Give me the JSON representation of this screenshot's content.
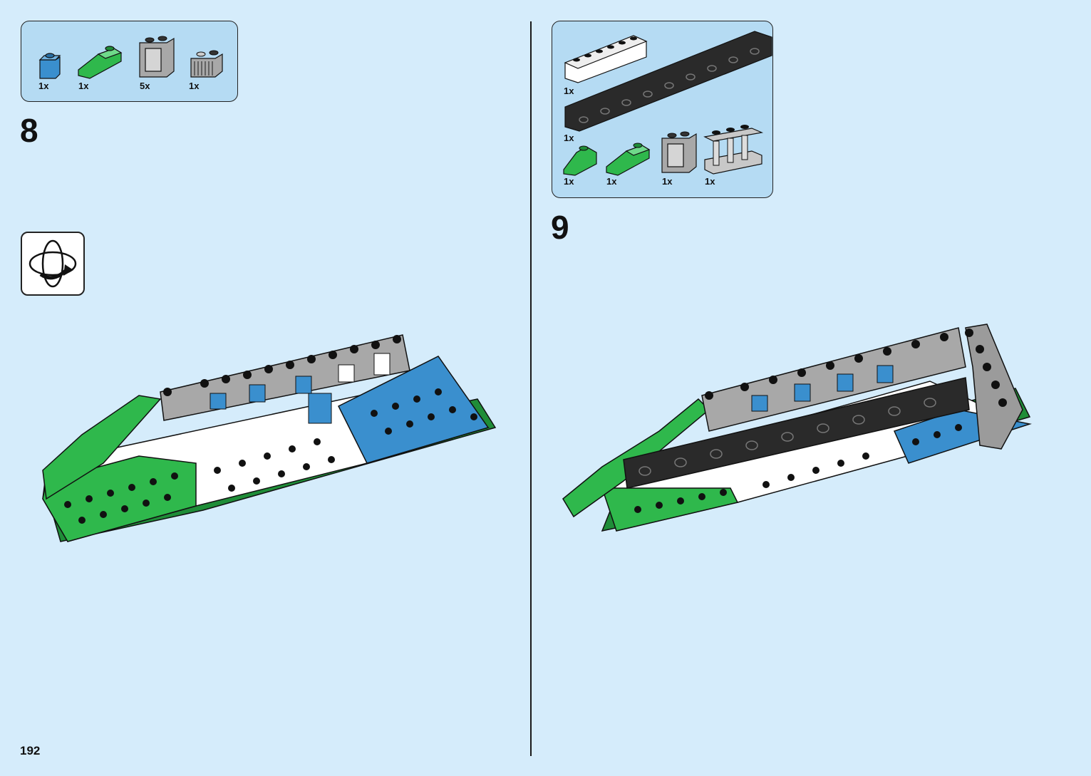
{
  "page": {
    "number": "192"
  },
  "steps": [
    {
      "number": "8",
      "parts": [
        {
          "icon": "blue-brick-1x1-icon",
          "qty": "1x"
        },
        {
          "icon": "green-slope-icon",
          "qty": "1x"
        },
        {
          "icon": "gray-window-frame-icon",
          "qty": "5x"
        },
        {
          "icon": "gray-grille-brick-icon",
          "qty": "1x"
        }
      ],
      "rotate_icon": "rotate-model-icon"
    },
    {
      "number": "9",
      "parts": [
        {
          "icon": "white-brick-1x6-icon",
          "qty": "1x"
        },
        {
          "icon": "black-technic-beam-icon",
          "qty": "1x"
        },
        {
          "icon": "green-slope-small-icon",
          "qty": "1x"
        },
        {
          "icon": "green-slope-icon",
          "qty": "1x"
        },
        {
          "icon": "gray-window-frame-icon",
          "qty": "1x"
        },
        {
          "icon": "gray-fence-icon",
          "qty": "1x"
        }
      ]
    }
  ],
  "colors": {
    "background": "#d5ecfb",
    "parts_box": "#b5dbf3",
    "green": "#2fb84c",
    "blue": "#3a8fce",
    "gray": "#9b9b9b",
    "black": "#2a2a2a",
    "white": "#ffffff"
  }
}
